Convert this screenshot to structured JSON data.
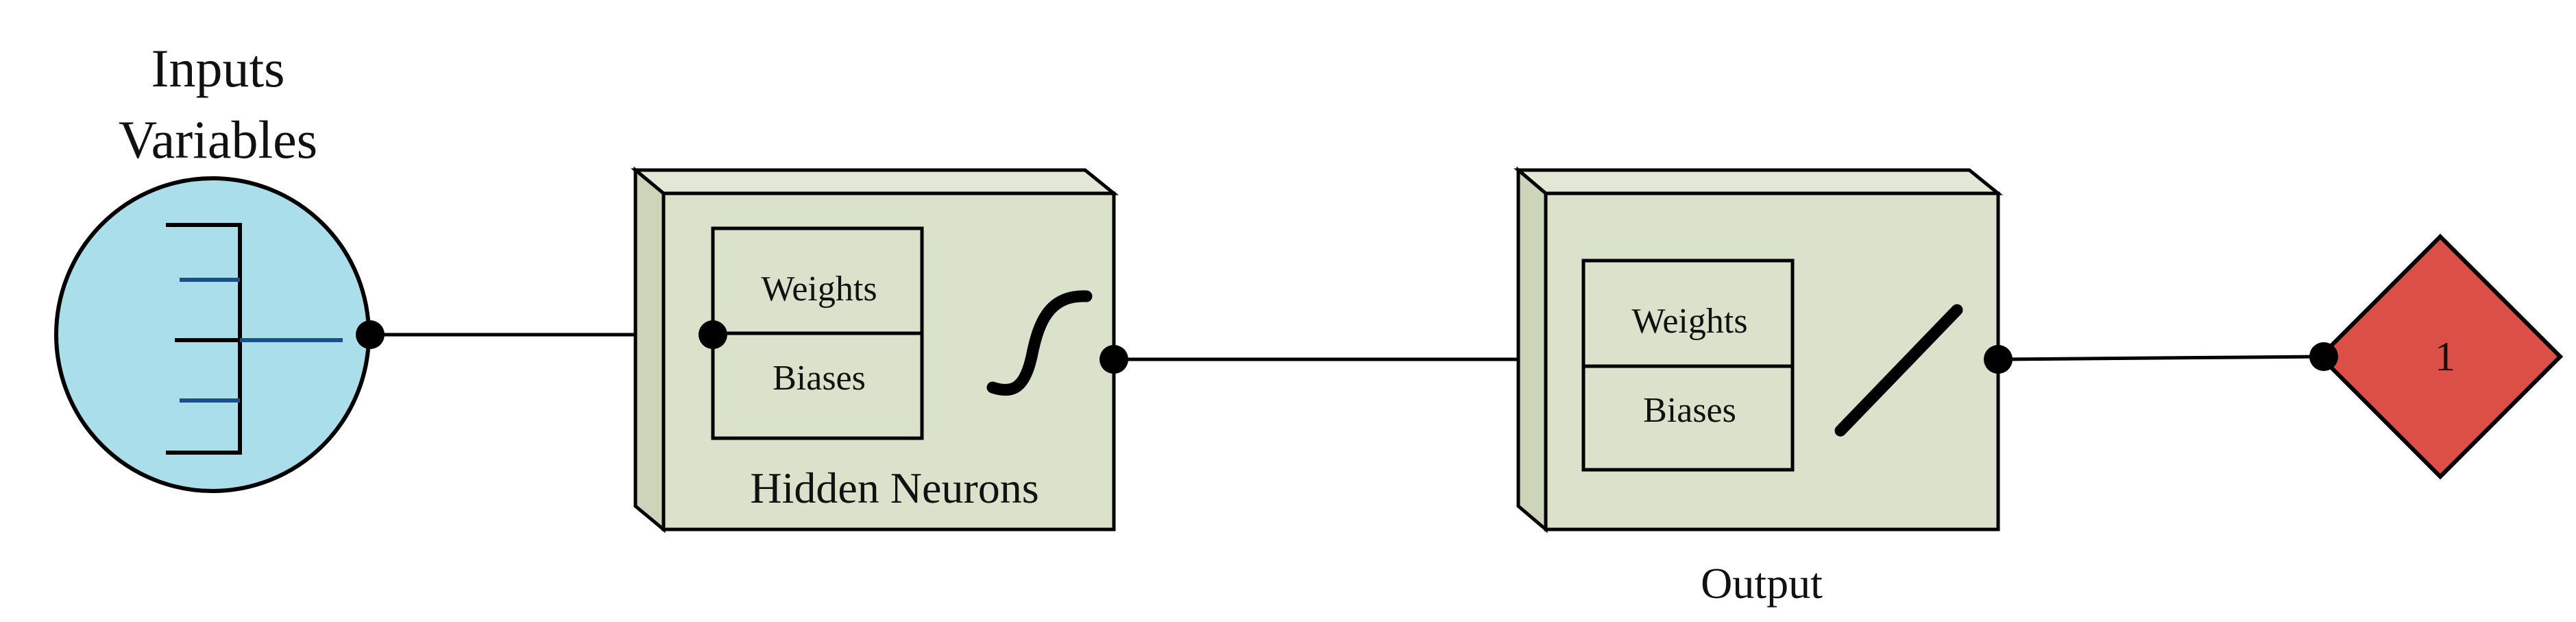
{
  "input": {
    "title_line1": "Inputs",
    "title_line2": "Variables"
  },
  "hidden": {
    "weights_label": "Weights",
    "biases_label": "Biases",
    "caption": "Hidden Neurons",
    "activation_icon": "sigmoid-icon"
  },
  "output_layer": {
    "weights_label": "Weights",
    "biases_label": "Biases",
    "caption": "Output",
    "activation_icon": "linear-icon"
  },
  "output_node": {
    "label": "1"
  },
  "colors": {
    "input_fill": "#aadeea",
    "input_tick": "#1a4f8a",
    "box_fill": "#dbe2cc",
    "box_side": "#ccd5b9",
    "box_top": "#e3e8d6",
    "diamond_fill": "#db4f47",
    "stroke": "#000000"
  }
}
